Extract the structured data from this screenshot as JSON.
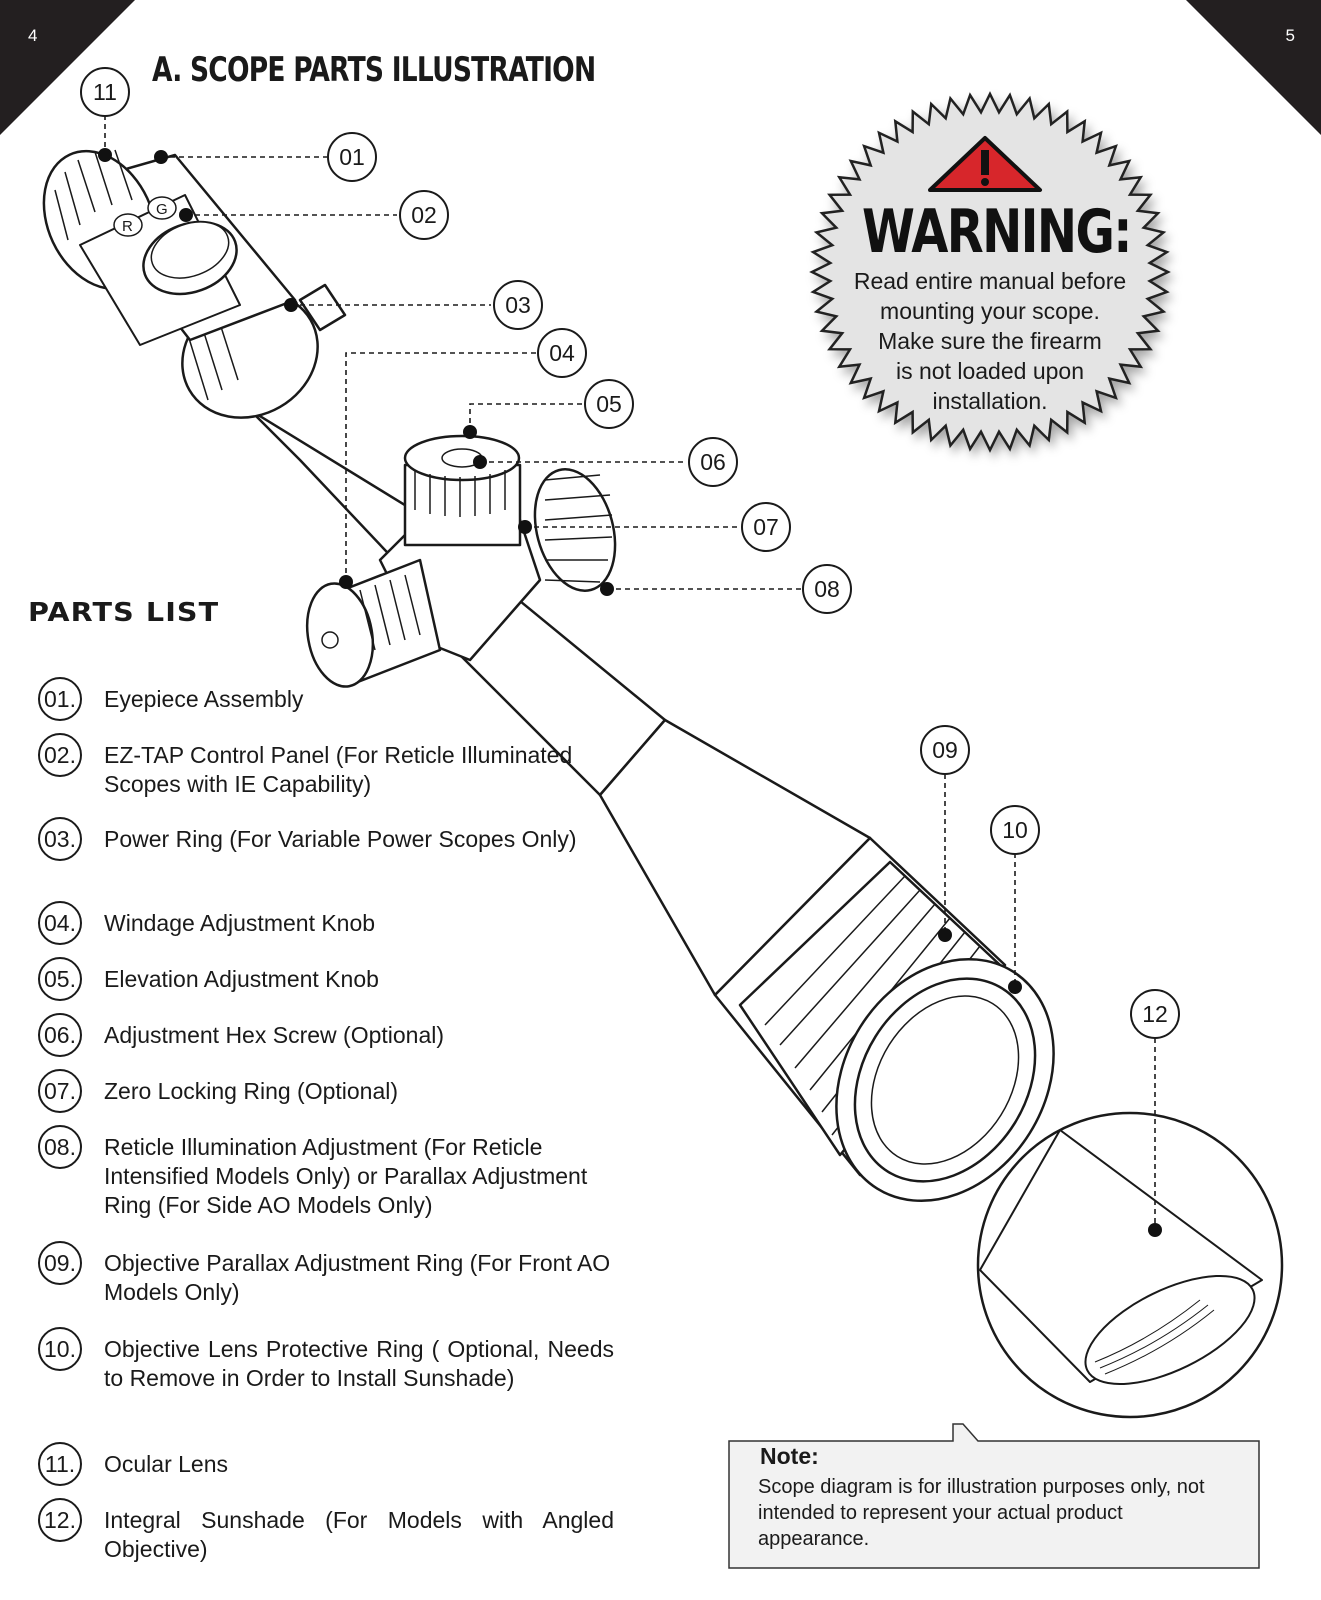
{
  "page": {
    "left_number": "4",
    "right_number": "5"
  },
  "heading": "A. SCOPE PARTS ILLUSTRATION",
  "warning": {
    "title": "WARNING:",
    "body_lines": [
      "Read entire manual before",
      "mounting your scope.",
      "Make sure the firearm",
      "is not loaded upon",
      "installation."
    ],
    "icon": "warning-triangle-icon",
    "icon_color": "#d7262b"
  },
  "diagram": {
    "callouts": [
      "01",
      "02",
      "03",
      "04",
      "05",
      "06",
      "07",
      "08",
      "09",
      "10",
      "11",
      "12"
    ],
    "knob_letters": [
      "R",
      "G"
    ]
  },
  "parts_list": {
    "title": "PARTS LIST",
    "items": [
      {
        "number": "01.",
        "text": "Eyepiece Assembly"
      },
      {
        "number": "02.",
        "text": "EZ-TAP Control Panel (For Reticle Illuminated Scopes with IE Capability)"
      },
      {
        "number": "03.",
        "text": "Power Ring (For Variable Power Scopes Only)"
      },
      {
        "number": "04.",
        "text": "Windage Adjustment Knob"
      },
      {
        "number": "05.",
        "text": "Elevation Adjustment Knob"
      },
      {
        "number": "06.",
        "text": "Adjustment Hex Screw (Optional)"
      },
      {
        "number": "07.",
        "text": "Zero Locking Ring (Optional)"
      },
      {
        "number": "08.",
        "text": "Reticle Illumination Adjustment (For Reticle Intensified Models Only) or Parallax Adjustment Ring (For Side AO Models Only)"
      },
      {
        "number": "09.",
        "text": "Objective Parallax Adjustment Ring (For Front AO Models Only)"
      },
      {
        "number": "10.",
        "text": "Objective Lens Protective Ring ( Optional, Needs to Remove in Order to Install Sunshade)"
      },
      {
        "number": "11.",
        "text": "Ocular Lens"
      },
      {
        "number": "12.",
        "text": "Integral Sunshade (For Models with Angled Objective)"
      }
    ]
  },
  "note": {
    "title": "Note:",
    "body": "Scope diagram is for illustration purposes only, not intended to represent your actual product appearance."
  }
}
